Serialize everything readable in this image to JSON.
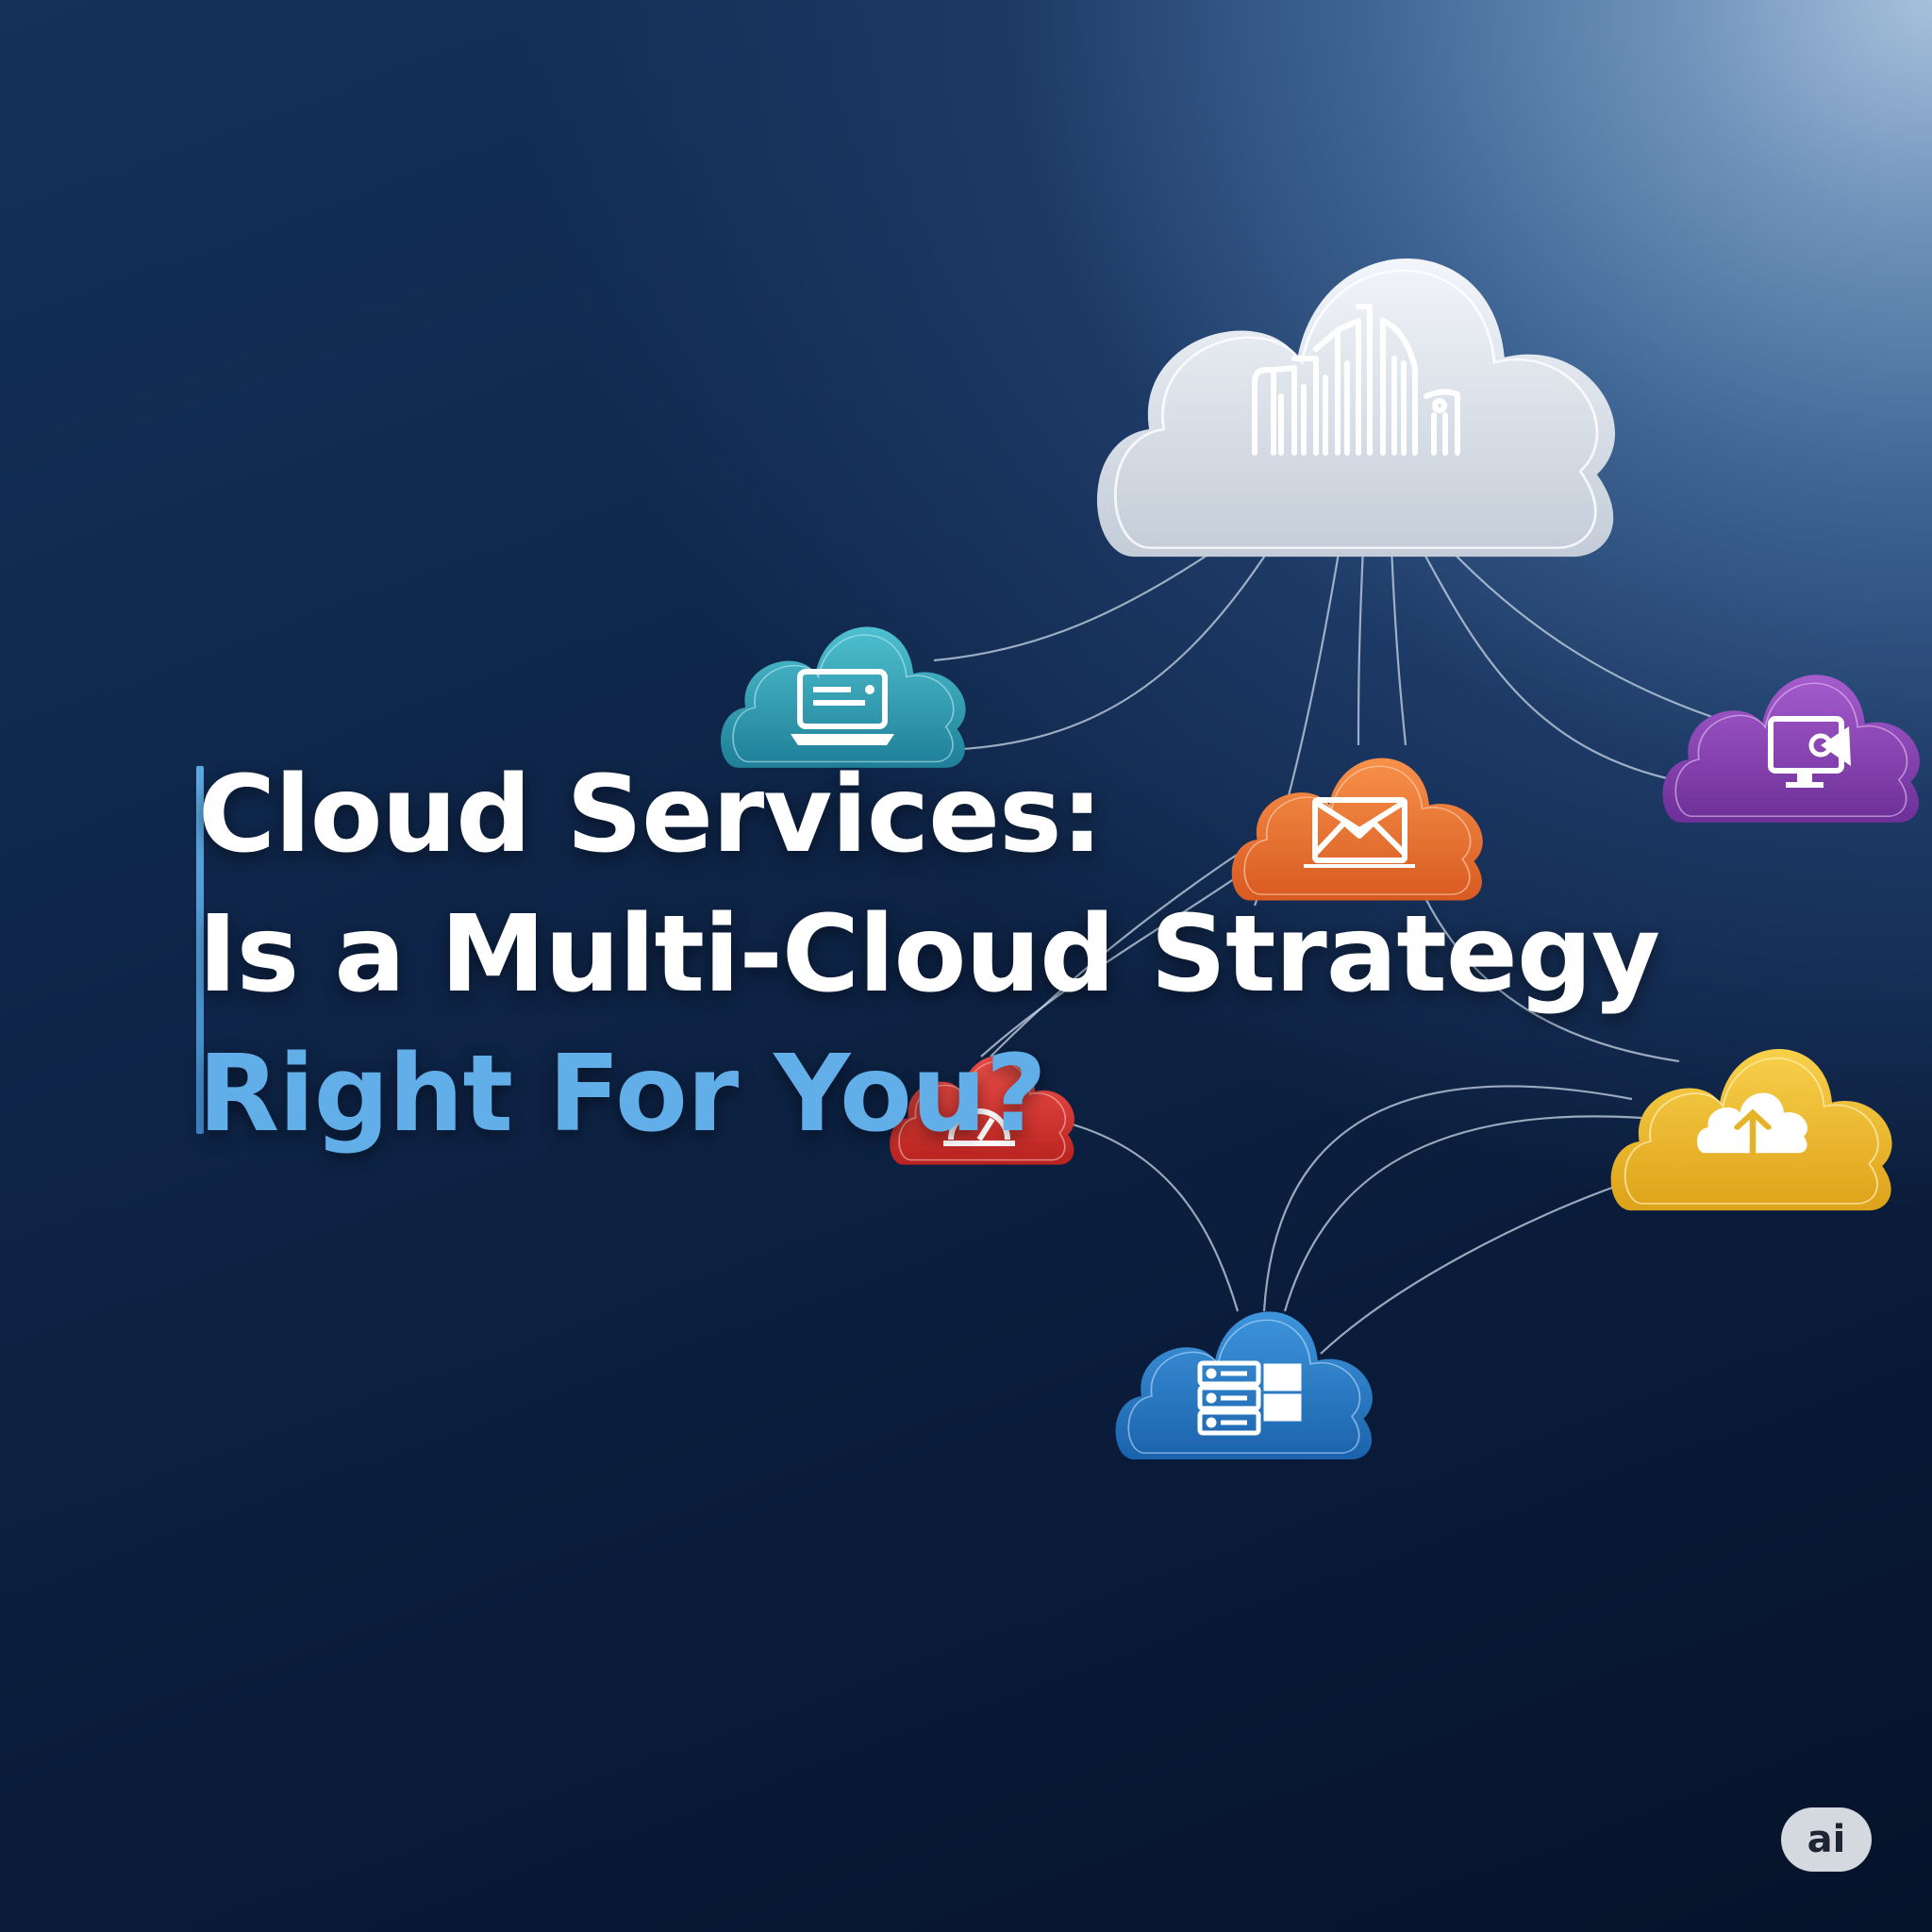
{
  "headline": {
    "line1": "Cloud Services:",
    "line2": "Is a Multi-Cloud Strategy",
    "line3": "Right For You?"
  },
  "badge": {
    "label": "ai"
  },
  "colors": {
    "highlight_text": "#62aee8",
    "main_text": "#ffffff",
    "accent_bar": "#4a97d4",
    "main_cloud": "#dfe6ee",
    "teal_cloud": "#2f9eb3",
    "orange_cloud": "#ec7332",
    "purple_cloud": "#8c47b6",
    "red_cloud": "#d9362f",
    "yellow_cloud": "#eebb2a",
    "blue_cloud": "#2878c4"
  },
  "icons": {
    "main_cloud": "analytics-bars-icon",
    "teal_cloud": "laptop-icon",
    "orange_cloud": "mail-icon",
    "purple_cloud": "monitor-rocket-icon",
    "red_cloud": "gauge-icon",
    "yellow_cloud": "cloud-upload-icon",
    "blue_cloud": "server-rack-icon"
  }
}
